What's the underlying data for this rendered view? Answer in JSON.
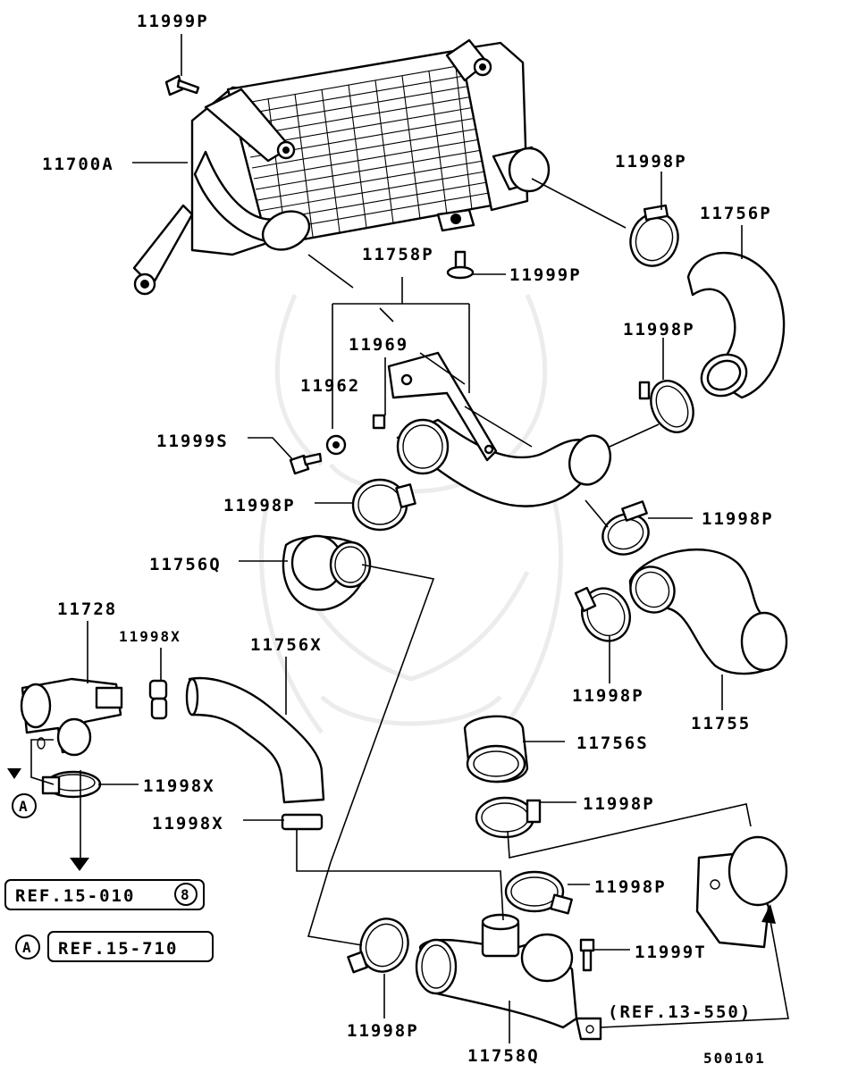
{
  "parts": {
    "p_11999P_top": "11999P",
    "p_11700A": "11700A",
    "p_11998P_a": "11998P",
    "p_11756P": "11756P",
    "p_11758P": "11758P",
    "p_11999P_mid": "11999P",
    "p_11969": "11969",
    "p_11962": "11962",
    "p_11998P_b": "11998P",
    "p_11999S": "11999S",
    "p_11998P_c": "11998P",
    "p_11998P_d": "11998P",
    "p_11756Q": "11756Q",
    "p_11728": "11728",
    "p_11998X_a": "11998X",
    "p_11756X": "11756X",
    "p_11998P_e": "11998P",
    "p_11755": "11755",
    "p_11756S": "11756S",
    "p_11998X_b": "11998X",
    "p_11998P_f": "11998P",
    "p_11998X_c": "11998X",
    "p_11998P_g": "11998P",
    "p_11999T": "11999T",
    "p_11998P_h": "11998P",
    "p_11758Q": "11758Q"
  },
  "refs": {
    "ref_15_010_text": "REF.15-010",
    "ref_15_010_circle": "8",
    "ref_15_710_text": "REF.15-710",
    "ref_13_550": "(REF.13-550)",
    "marker_a_1": "A",
    "marker_a_2": "A"
  },
  "diagram_id": "500101"
}
